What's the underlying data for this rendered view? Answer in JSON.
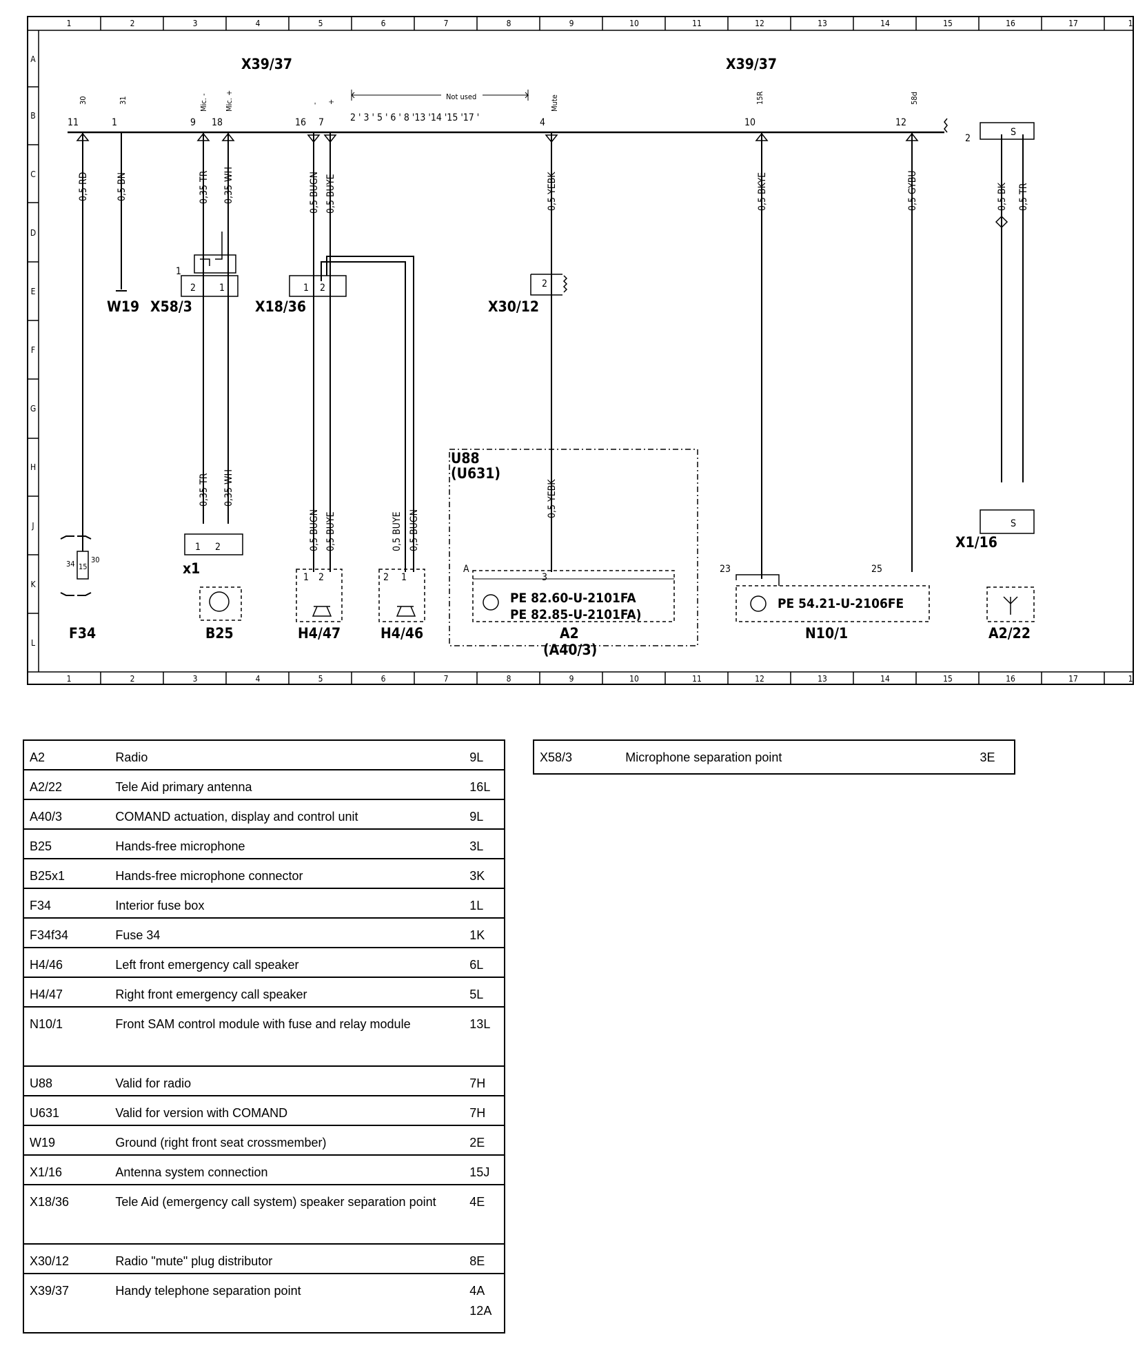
{
  "grid": {
    "columns": [
      "1",
      "2",
      "3",
      "4",
      "5",
      "6",
      "7",
      "8",
      "9",
      "10",
      "11",
      "12",
      "13",
      "14",
      "15",
      "16",
      "17",
      "1"
    ],
    "rows": [
      "A",
      "B",
      "C",
      "D",
      "E",
      "F",
      "G",
      "H",
      "J",
      "K",
      "L"
    ]
  },
  "connector_top": {
    "left_label": "X39/37",
    "right_label": "X39/37",
    "not_used_label": "Not used"
  },
  "pins": {
    "p11": "11",
    "p1": "1",
    "p9": "9",
    "p18": "18",
    "p16": "16",
    "p7": "7",
    "unused": "2 ' 3 ' 5 ' 6 ' 8 '13 '14 '15 '17 '",
    "p4": "4",
    "p10": "10",
    "p12": "12",
    "p2": "2",
    "s30": "30",
    "s31": "31",
    "smic_minus": "Mic. -",
    "smic_plus": "Mic. +",
    "s_minus": "-",
    "s_plus": "+",
    "s_mute": "Mute",
    "s15r": "15R",
    "s58d": "58d"
  },
  "wires": {
    "w_rd": "0,5 RD",
    "w_bn": "0,5 BN",
    "w_tr1": "0,35 TR",
    "w_wh1": "0,35 WH",
    "w_bugn1": "0,5 BUGN",
    "w_buye1": "0,5 BUYE",
    "w_yebk1": "0,5 YEBK",
    "w_bkye": "0,5 BKYE",
    "w_gybu": "0,5 GYBU",
    "w_bk": "0,5 BK",
    "w_tr2": "0,5 TR",
    "w_tr3": "0,35 TR",
    "w_wh3": "0,35 WH",
    "w_bugn2": "0,5 BUGN",
    "w_buye2": "0,5 BUYE",
    "w_buye3": "0,5 BUYE",
    "w_bugn3": "0,5 BUGN",
    "w_yebk2": "0,5 YEBK"
  },
  "components": {
    "w19": "W19",
    "x58_3": "X58/3",
    "x18_36": "X18/36",
    "x30_12": "X30/12",
    "u88": "U88",
    "u631": "(U631)",
    "x1_16": "X1/16",
    "x1": "x1",
    "f34": "F34",
    "b25": "B25",
    "h4_47": "H4/47",
    "h4_46": "H4/46",
    "a2": "A2",
    "a40_3": "(A40/3)",
    "n10_1": "N10/1",
    "a2_22": "A2/22",
    "pe_a2_1": "PE  82.60-U-2101FA",
    "pe_a2_2": "PE  82.85-U-2101FA)",
    "pe_n10": "PE  54.21-U-2106FE",
    "n23": "23",
    "n25": "25",
    "n3": "3",
    "n1": "1",
    "n2": "2",
    "nA": "A",
    "f_34": "34",
    "f_15": "15",
    "f_30": "30",
    "s": "S"
  },
  "legend_left": [
    {
      "code": "A2",
      "desc": "Radio",
      "loc": "9L"
    },
    {
      "code": "A2/22",
      "desc": "Tele Aid primary antenna",
      "loc": "16L"
    },
    {
      "code": "A40/3",
      "desc": "COMAND actuation, display and control unit",
      "loc": "9L"
    },
    {
      "code": "B25",
      "desc": "Hands-free microphone",
      "loc": "3L"
    },
    {
      "code": "B25x1",
      "desc": "Hands-free microphone connector",
      "loc": "3K"
    },
    {
      "code": "F34",
      "desc": "Interior fuse box",
      "loc": "1L"
    },
    {
      "code": "F34f34",
      "desc": "Fuse 34",
      "loc": "1K"
    },
    {
      "code": "H4/46",
      "desc": "Left front emergency call speaker",
      "loc": "6L"
    },
    {
      "code": "H4/47",
      "desc": "Right front emergency call speaker",
      "loc": "5L"
    },
    {
      "code": "N10/1",
      "desc": "Front SAM control module with fuse and relay module",
      "loc": "13L"
    },
    {
      "code": "U88",
      "desc": "Valid for radio",
      "loc": "7H"
    },
    {
      "code": "U631",
      "desc": "Valid for version with COMAND",
      "loc": "7H"
    },
    {
      "code": "W19",
      "desc": "Ground (right front seat crossmember)",
      "loc": "2E"
    },
    {
      "code": "X1/16",
      "desc": "Antenna system connection",
      "loc": "15J"
    },
    {
      "code": "X18/36",
      "desc": "Tele Aid (emergency call system) speaker separation point",
      "loc": "4E"
    },
    {
      "code": "X30/12",
      "desc": "Radio \"mute\" plug distributor",
      "loc": "8E"
    },
    {
      "code": "X39/37",
      "desc": "Handy telephone separation point",
      "loc": "4A\n12A"
    }
  ],
  "legend_right": [
    {
      "code": "X58/3",
      "desc": "Microphone separation point",
      "loc": "3E"
    }
  ]
}
